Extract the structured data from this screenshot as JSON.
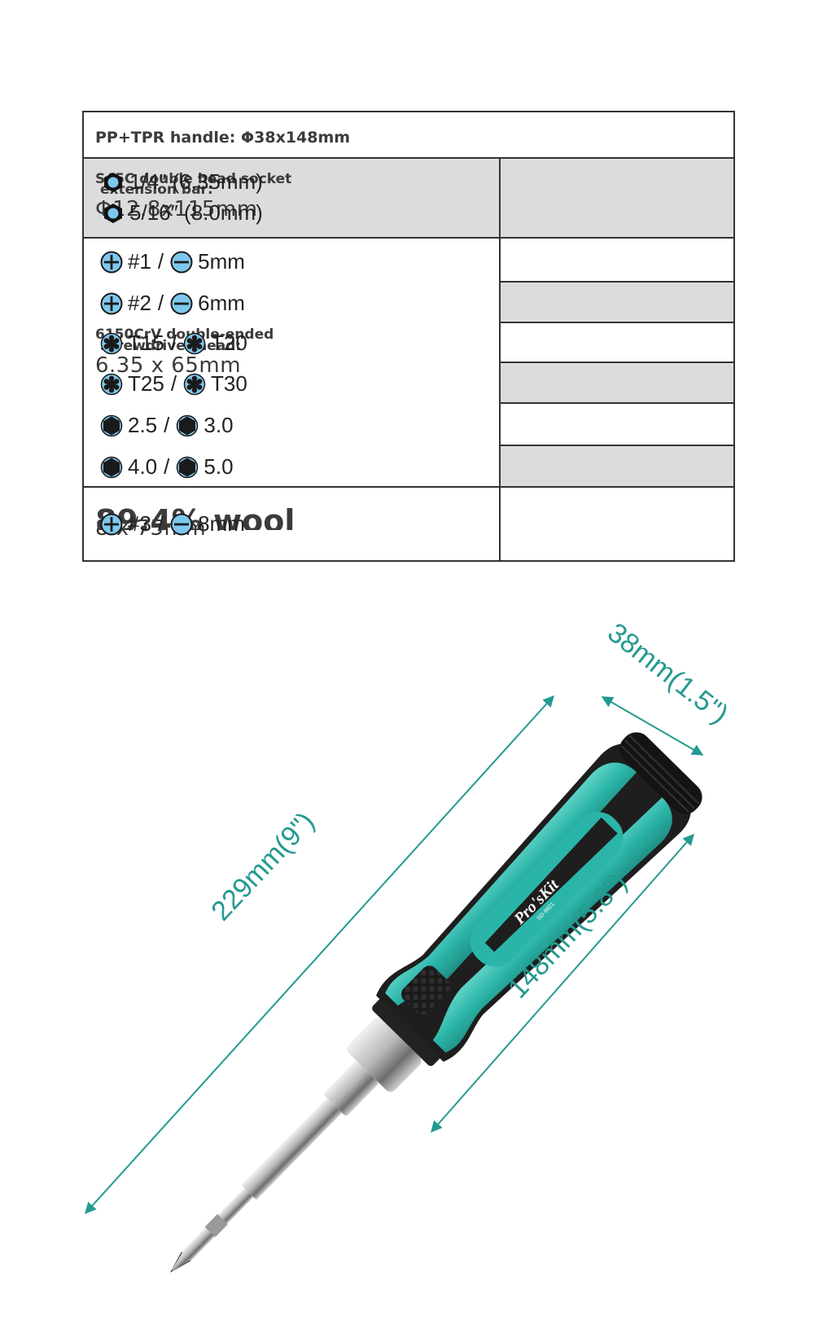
{
  "spec": {
    "handle": "PP+TPR handle: Φ38x148mm",
    "extension": {
      "label_line1": "S45C double head socket",
      "label_line2": "extension bar:",
      "dimension": "Φ12.8x115mm",
      "sizes": [
        "1/4″ (6.35mm)",
        "5/16″ (8.0mm)"
      ]
    },
    "screwdriver": {
      "label_line1": "6150CrV double-ended",
      "label_line2": "screwdriver head:",
      "dimension": "6.35 x 65mm",
      "bits": [
        {
          "a": "#1",
          "b": "5mm",
          "a_icon": "phillips-icon",
          "b_icon": "slotted-icon"
        },
        {
          "a": "#2",
          "b": "6mm",
          "a_icon": "phillips-icon",
          "b_icon": "slotted-icon"
        },
        {
          "a": "T15",
          "b": "T20",
          "a_icon": "torx-icon",
          "b_icon": "torx-icon"
        },
        {
          "a": "T25",
          "b": "T30",
          "a_icon": "torx-icon",
          "b_icon": "torx-icon"
        },
        {
          "a": "2.5",
          "b": "3.0",
          "a_icon": "hex-icon",
          "b_icon": "hex-icon"
        },
        {
          "a": "4.0",
          "b": "5.0",
          "a_icon": "hex-icon",
          "b_icon": "hex-icon"
        }
      ]
    },
    "last": {
      "label": "89.4% wool",
      "dimension": "8 x 75mm",
      "bit": {
        "a": "#3",
        "b": "8mm",
        "a_icon": "phillips-icon",
        "b_icon": "slotted-icon"
      }
    },
    "separator": "/"
  },
  "product": {
    "brand": "Pro'sKit",
    "model": "SD-9821",
    "dims": {
      "diameter": "38mm(1.5\")",
      "length": "229mm(9\")",
      "handle": "148mm(5.8\")"
    },
    "colors": {
      "accent": "#239a8f",
      "handle_teal": "#2bb5a8",
      "dark": "#1e1e1e"
    }
  }
}
